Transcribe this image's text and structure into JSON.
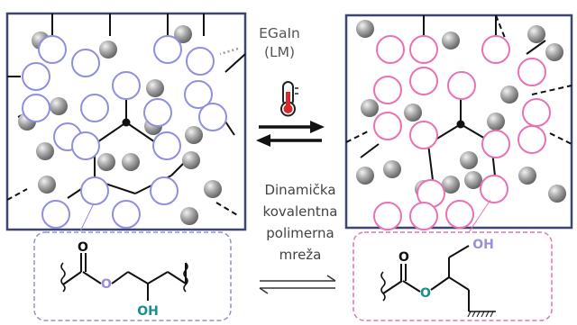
{
  "liquid_metal_label": {
    "line1": "EGaIn",
    "line2": "(LM)"
  },
  "center_caption": {
    "line1": "Dinamička",
    "line2": "kovalentna",
    "line3": "polimerna",
    "line4": "mreža"
  },
  "left_molecule": {
    "carbonyl_o": "O",
    "ester_o": "O",
    "hydroxyl": "OH"
  },
  "right_molecule": {
    "carbonyl_o": "O",
    "ester_o": "O",
    "hydroxyl": "OH"
  },
  "icons": {
    "stimulus": "thermometer-icon",
    "equilibrium": "double-arrow-icon"
  },
  "colors": {
    "left_ring": "#8f8fe0",
    "right_ring": "#e872b4",
    "panel_border": "#3d4470",
    "left_callout": "#8f8fe0",
    "right_callout": "#e872b4",
    "hydroxyl_teal": "#1a8f8f",
    "hydroxyl_lavender": "#9a8fd8",
    "thermometer_red": "#d8262b"
  }
}
